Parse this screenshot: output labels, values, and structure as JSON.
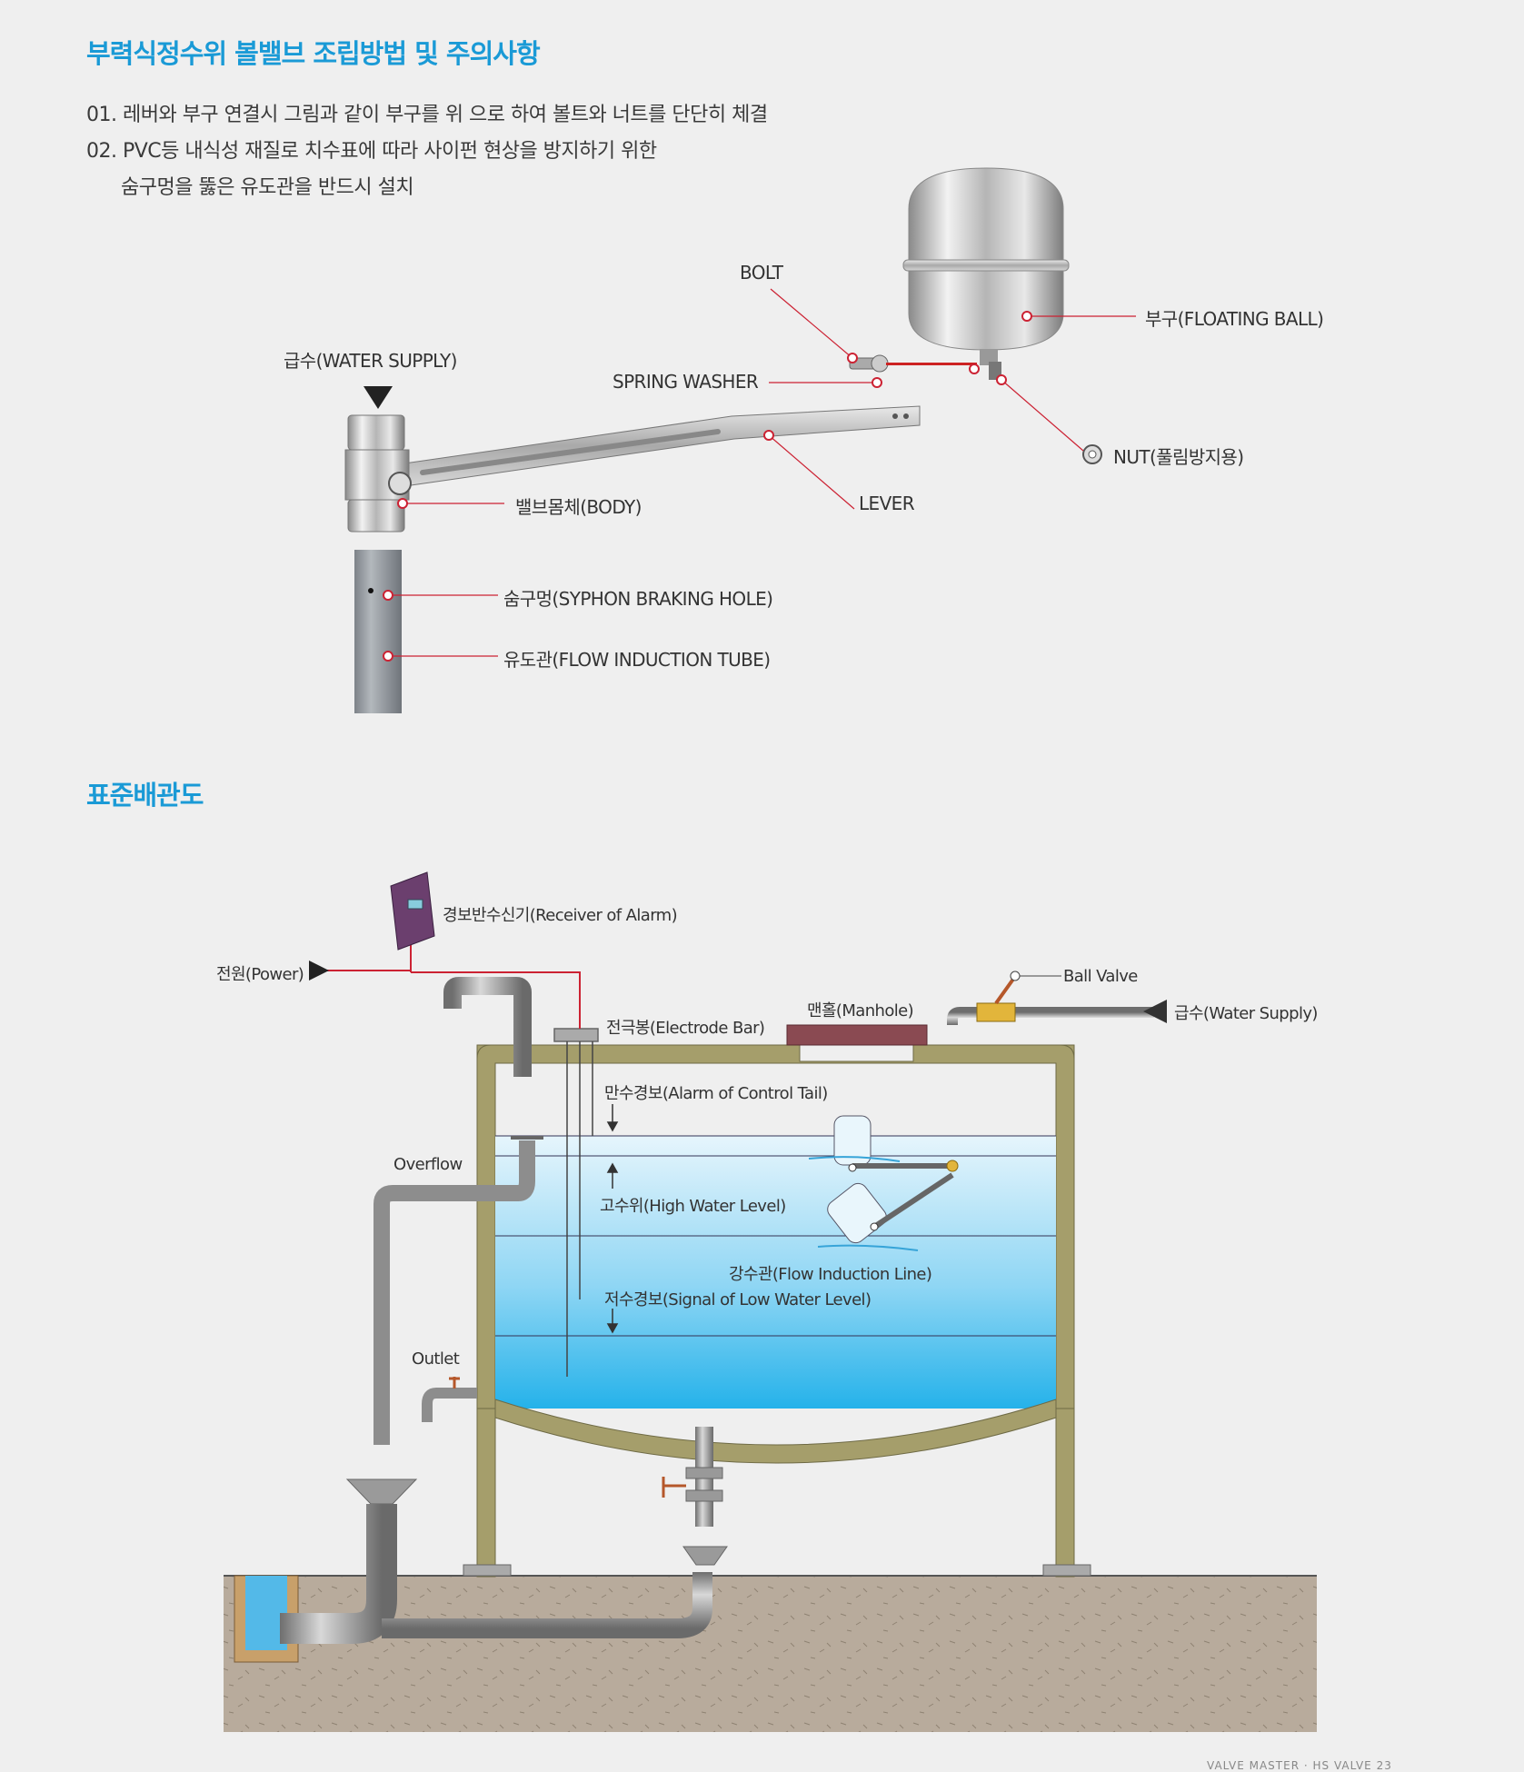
{
  "section1": {
    "title": "부력식정수위 볼밸브 조립방법 및 주의사항",
    "notes": [
      "01. 레버와 부구 연결시 그림과 같이 부구를 위 으로 하여 볼트와  너트를 단단히 체결",
      "02. PVC등 내식성 재질로 치수표에 따라 사이펀 현상을 방지하기 위한",
      "숨구멍을 뚫은 유도관을 반드시 설치"
    ],
    "labels": {
      "bolt": "BOLT",
      "floating_ball": "부구(FLOATING BALL)",
      "water_supply": "급수(WATER SUPPLY)",
      "spring_washer": "SPRING WASHER",
      "nut": "NUT(풀림방지용)",
      "body": "밸브몸체(BODY)",
      "lever": "LEVER",
      "syphon_hole": "숨구멍(SYPHON BRAKING HOLE)",
      "flow_tube": "유도관(FLOW INDUCTION TUBE)"
    }
  },
  "section2": {
    "title": "표준배관도",
    "labels": {
      "receiver": "경보반수신기(Receiver of Alarm)",
      "power": "전원(Power)",
      "ball_valve": "Ball Valve",
      "water_supply": "급수(Water Supply)",
      "manhole": "맨홀(Manhole)",
      "electrode": "전극봉(Electrode Bar)",
      "alarm_tail": "만수경보(Alarm of Control Tail)",
      "overflow": "Overflow",
      "high_level": "고수위(High Water Level)",
      "flow_line": "강수관(Flow Induction Line)",
      "low_level": "저수경보(Signal of Low Water Level)",
      "outlet": "Outlet"
    }
  },
  "footer": "VALVE MASTER · HS VALVE  23",
  "colors": {
    "accent": "#1a9ad6",
    "leader": "#cc2233",
    "water": "#5cc4ec",
    "ground": "#b8ab9c",
    "tank_wall": "#a59e6b"
  }
}
